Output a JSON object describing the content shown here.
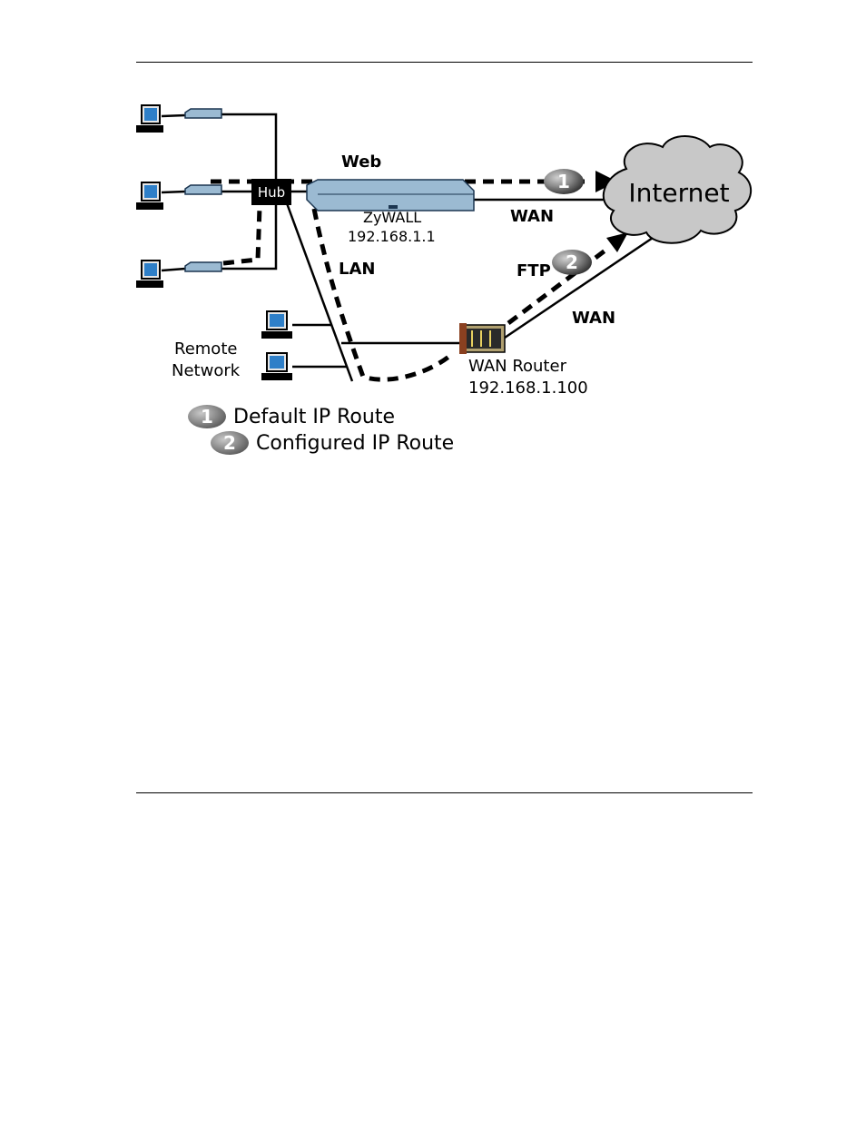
{
  "labels": {
    "hub": "Hub",
    "web": "Web",
    "zywall_name": "ZyWALL",
    "zywall_ip": "192.168.1.1",
    "wan_top": "WAN",
    "internet": "Internet",
    "lan": "LAN",
    "ftp": "FTP",
    "wan_bottom": "WAN",
    "remote_line1": "Remote",
    "remote_line2": "Network",
    "router_name": "WAN Router",
    "router_ip": "192.168.1.100",
    "badge1": "1",
    "badge2": "2"
  },
  "legend": [
    {
      "number": "1",
      "text": "Default IP Route"
    },
    {
      "number": "2",
      "text": "Configured IP Route"
    }
  ]
}
